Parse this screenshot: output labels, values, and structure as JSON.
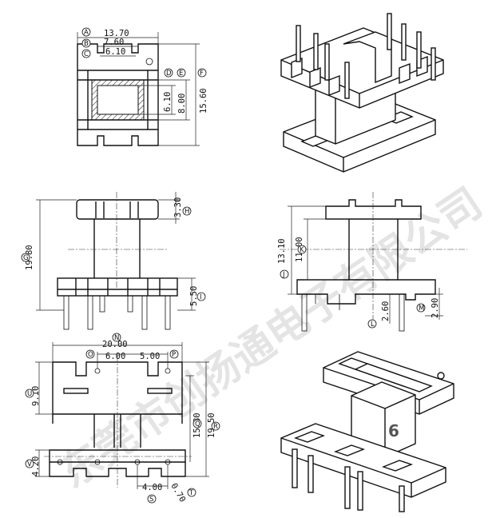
{
  "watermark": "东莞市创扬通电子有限公司",
  "badge": "6",
  "circle_labels": [
    "A",
    "B",
    "C",
    "D",
    "E",
    "F",
    "G",
    "H",
    "I",
    "J",
    "K",
    "L",
    "M",
    "N",
    "O",
    "P",
    "Q",
    "R",
    "S",
    "T",
    "U",
    "V"
  ],
  "dims": {
    "top_a": "13.70",
    "top_b": "7.60",
    "top_c": "6.10",
    "top_d": "6.10",
    "top_e": "8.00",
    "top_f": "15.60",
    "front_g": "19.80",
    "front_h": "3.30",
    "front_i": "5.50",
    "side_j": "13.10",
    "side_k": "11.00",
    "side_l": "2.60",
    "side_m": "2.90",
    "bottom_n": "20.00",
    "bottom_o": "6.00",
    "bottom_p": "5.00",
    "bottom_u": "9.10",
    "bottom_q": "15.80",
    "bottom_r": "19.50",
    "bottom_v": "4.20",
    "bottom_s": "4.00",
    "bottom_t": "0.70"
  }
}
